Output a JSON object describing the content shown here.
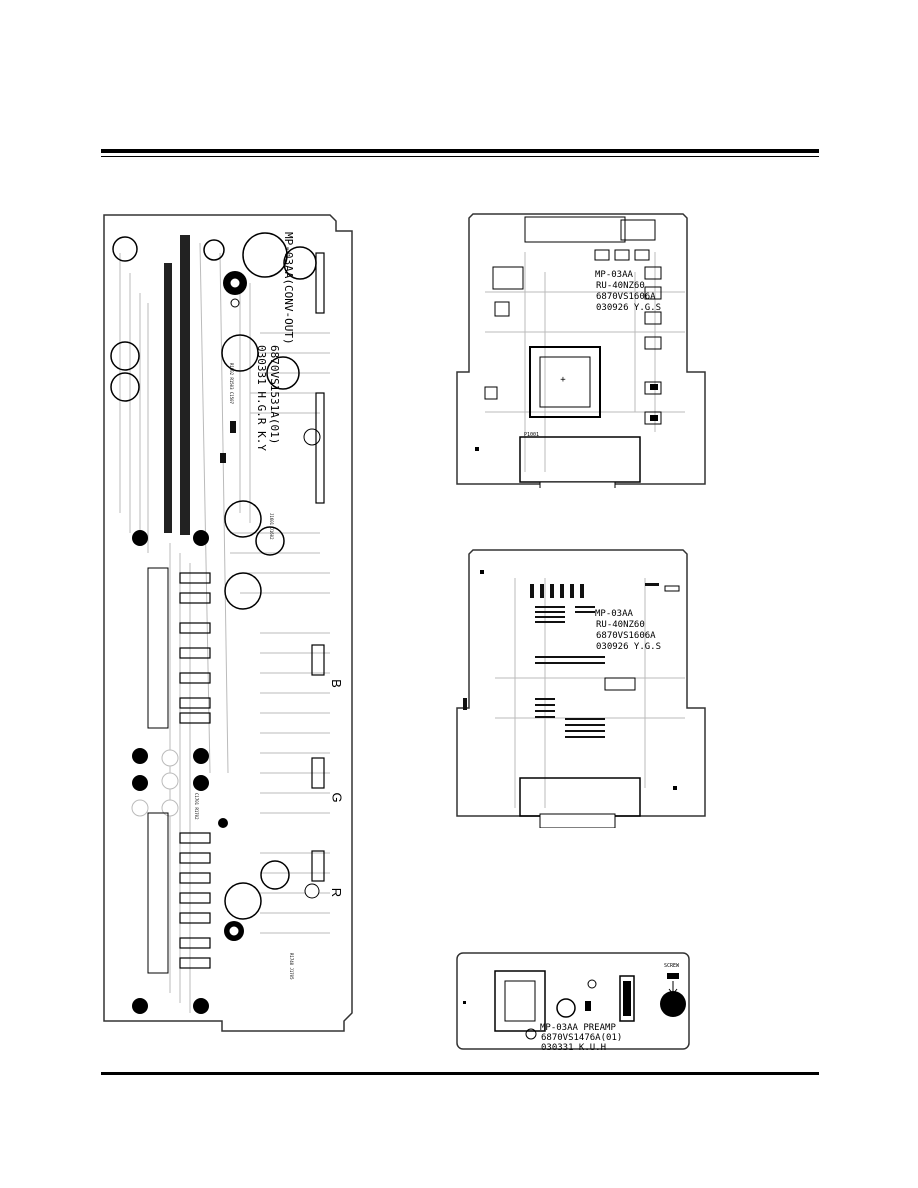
{
  "boards": {
    "main": {
      "code": "MP-03AA(CONV-OUT)",
      "part": "6870VS1531A(01)",
      "date": "030331 H.G.R K.Y",
      "labels": {
        "b": "B",
        "g": "G",
        "r": "R"
      }
    },
    "top_right": {
      "model": "MP-03AA",
      "sub": "RU-40NZ60",
      "part": "6870VS1606A",
      "date": "030926 Y.G.S",
      "connector": "P1001"
    },
    "mid_right": {
      "model": "MP-03AA",
      "sub": "RU-40NZ60",
      "part": "6870VS1606A",
      "date": "030926 Y.G.S"
    },
    "preamp": {
      "model": "MP-03AA PREAMP",
      "part": "6870VS1476A(01)",
      "date": "030331 K.U.H",
      "screw_label": "SCREW"
    }
  }
}
